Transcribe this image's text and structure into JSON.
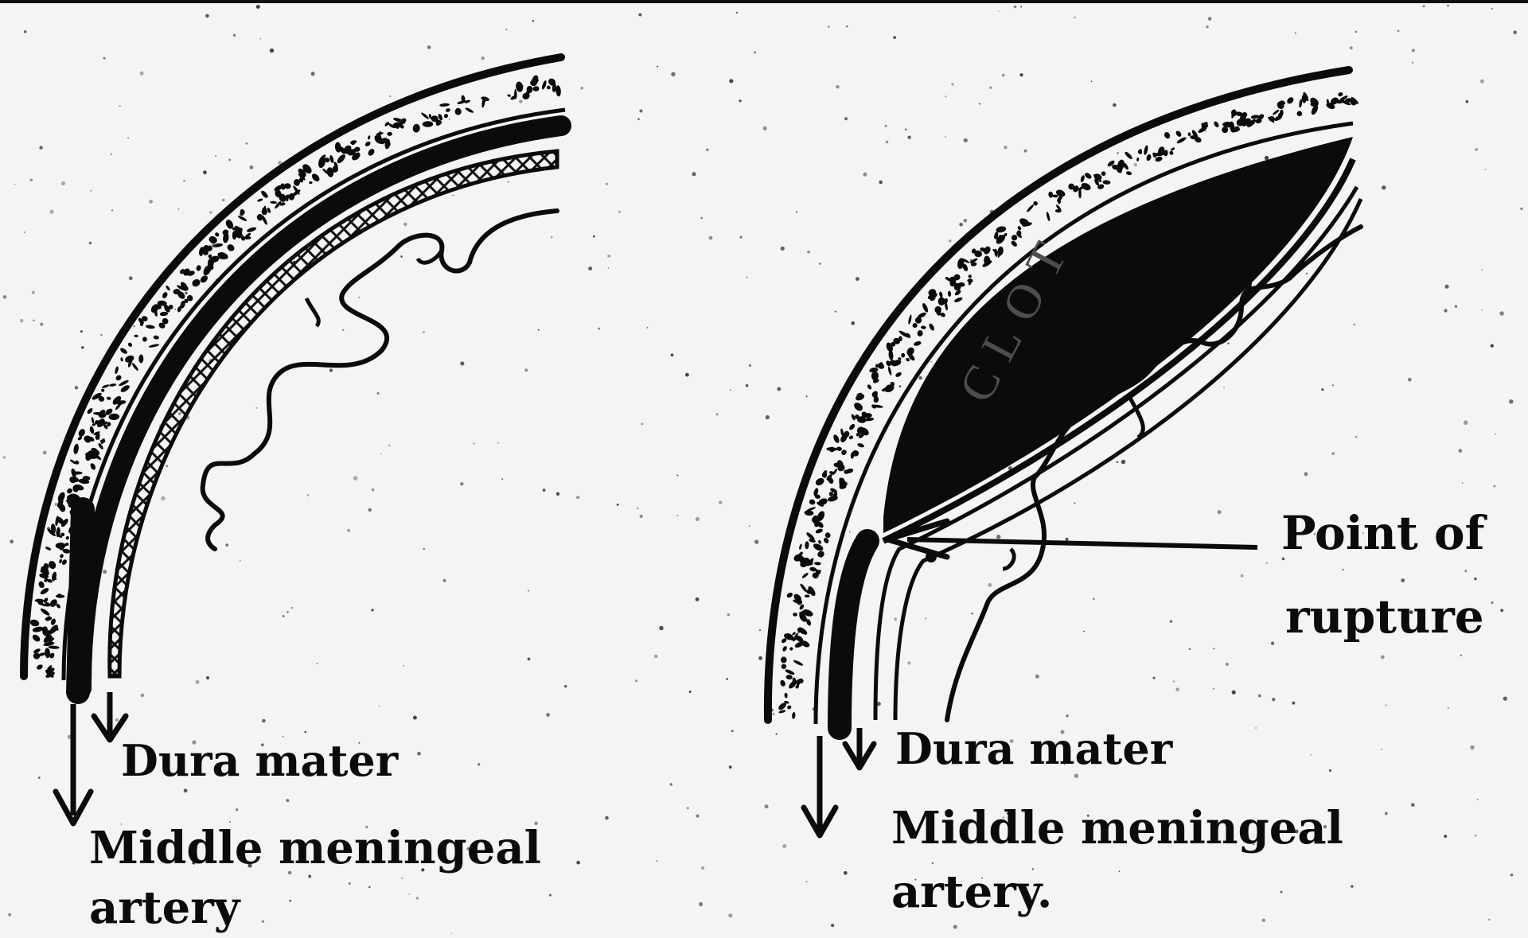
{
  "left_panel": {
    "labels": {
      "dura_mater": "Dura mater",
      "artery_line1": "Middle meningeal",
      "artery_line2": "artery"
    }
  },
  "right_panel": {
    "clot_label": "CLOT",
    "labels": {
      "dura_mater": "Dura mater",
      "artery_line1": "Middle meningeal",
      "artery_line2": "artery.",
      "rupture_line1": "Point of",
      "rupture_line2": "rupture"
    }
  },
  "colors": {
    "background": "#f4f4f2",
    "ink": "#0b0b0b"
  }
}
